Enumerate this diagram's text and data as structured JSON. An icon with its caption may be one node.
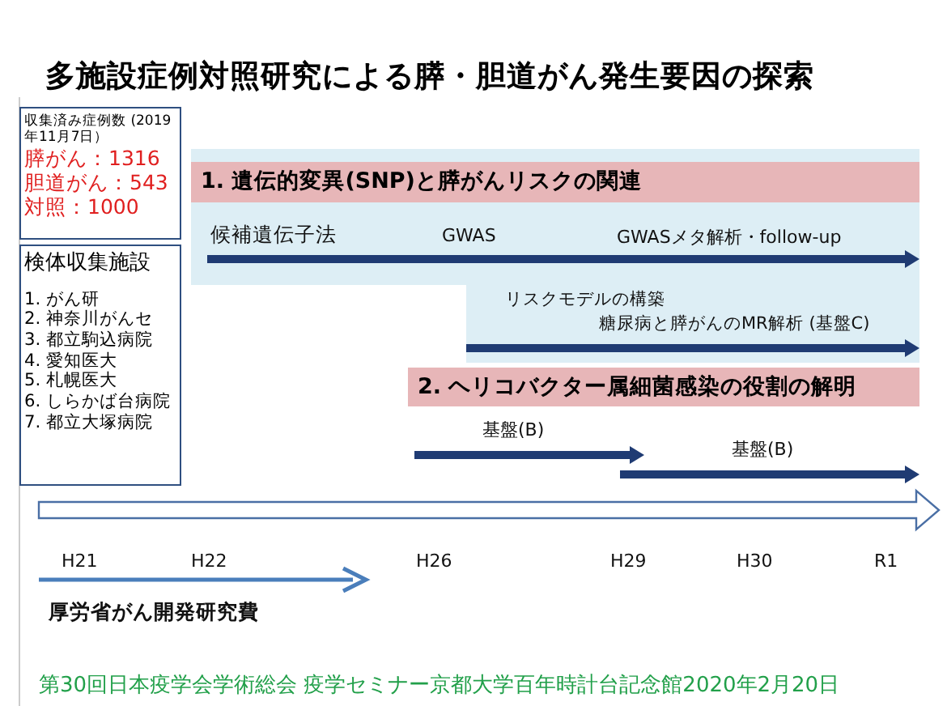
{
  "diagram": {
    "title": "多施設症例対照研究による膵・胆道がん発生要因の探索",
    "nodes": [
      {
        "text": [
          "収集済み症例数 (2019年11月7日）",
          "膵がん：1316",
          "胆道がん：543",
          "対照：1000"
        ]
      },
      {
        "text": [
          "検体収集施設",
          "1. がん研",
          "2. 神奈川がんセ",
          "3. 都立駒込病院",
          "4. 愛知医大",
          "5. 札幌医大",
          "6. しらかば台病院",
          "7. 都立大塚病院"
        ]
      },
      {
        "text": [
          "1. 遺伝的変異(SNP)と膵がんリスクの関連"
        ]
      },
      {
        "text": [
          "2. ヘリコバクター属細菌感染の役割の解明"
        ]
      }
    ],
    "labels": [
      "候補遺伝子法",
      "GWAS",
      "GWASメタ解析・follow-up",
      "リスクモデルの構築",
      "糖尿病と膵がんのMR解析 (基盤C)",
      "基盤(B)",
      "基盤(B)",
      "H21",
      "H22",
      "H26",
      "H29",
      "H30",
      "R1",
      "厚労省がん開発研究費",
      "第30回日本疫学会学術総会 疫学セミナー京都大学百年時計台記念館2020年2月20日"
    ]
  }
}
